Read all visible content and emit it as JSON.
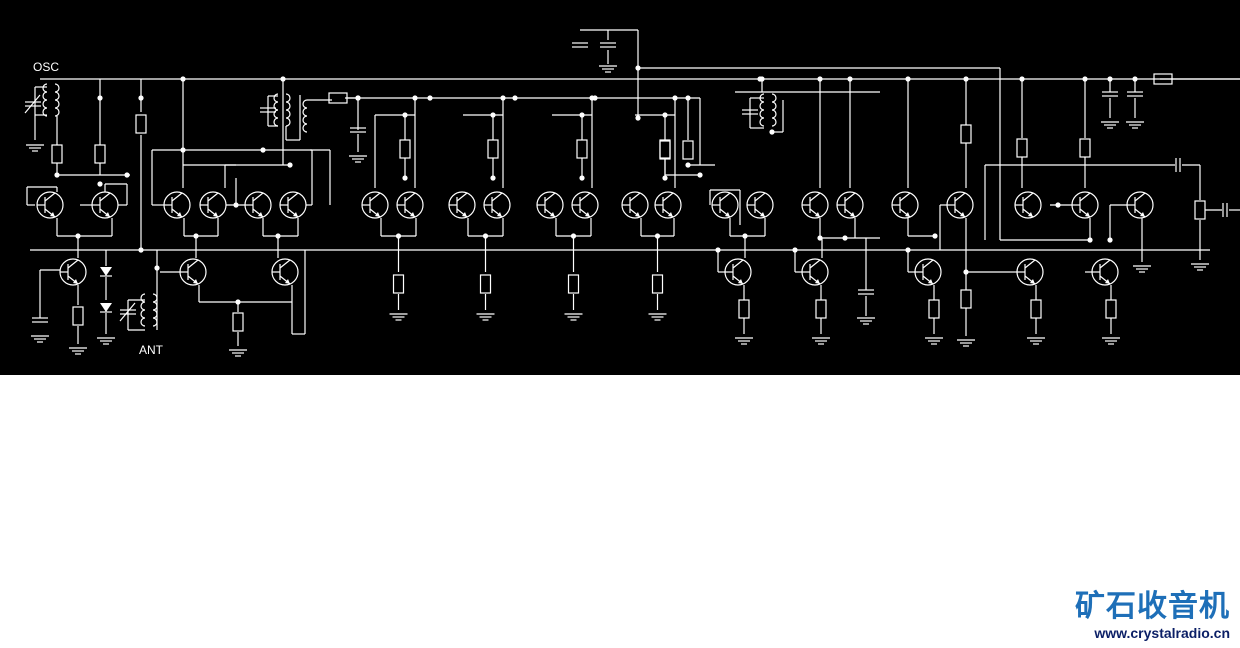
{
  "labels": {
    "osc": "OSC",
    "ant": "ANT"
  },
  "watermark": {
    "site_name": "矿石收音机",
    "url": "www.crystalradio.cn"
  },
  "colors": {
    "background": "#000000",
    "lines": "#ffffff",
    "page": "#ffffff",
    "brand_blue": "#1e6fb8",
    "url_navy": "#0b1f66"
  }
}
